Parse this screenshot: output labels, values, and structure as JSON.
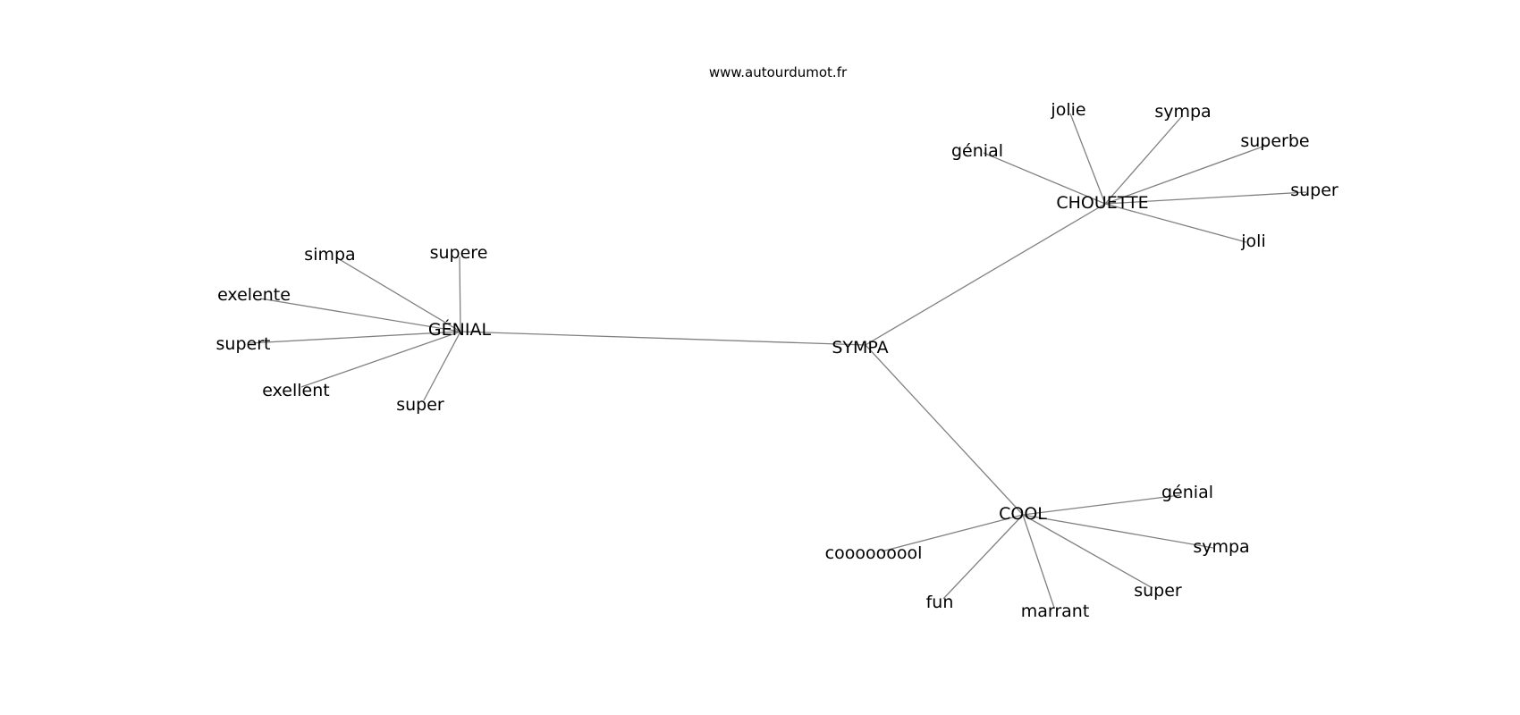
{
  "header": {
    "source": "www.autourdumot.fr"
  },
  "colors": {
    "edge": "#808080",
    "text": "#000000",
    "background": "#ffffff"
  },
  "graph": {
    "center": {
      "id": "sympa_center",
      "label": "SYMPA"
    },
    "hubs": [
      {
        "id": "genial_hub",
        "label": "GÉNIAL",
        "leaves": [
          "simpa",
          "supere",
          "exelente",
          "supert",
          "exellent",
          "super"
        ]
      },
      {
        "id": "chouette_hub",
        "label": "CHOUETTE",
        "leaves": [
          "jolie",
          "sympa",
          "génial",
          "superbe",
          "super",
          "joli"
        ]
      },
      {
        "id": "cool_hub",
        "label": "COOL",
        "leaves": [
          "génial",
          "sympa",
          "cooooooool",
          "super",
          "fun",
          "marrant"
        ]
      }
    ]
  }
}
